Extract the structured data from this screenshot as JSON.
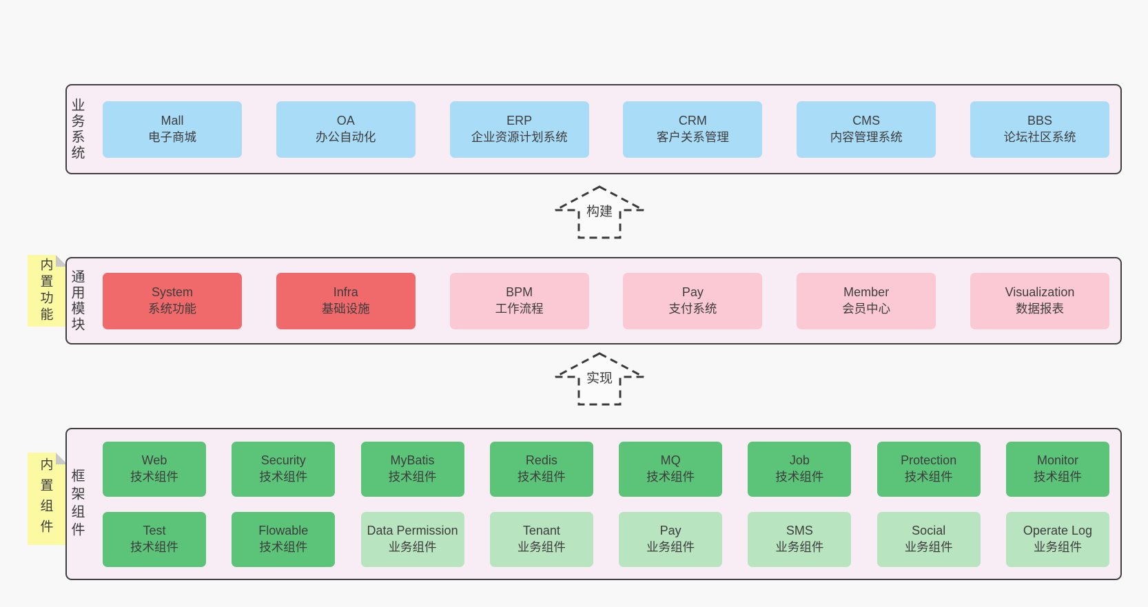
{
  "colors": {
    "page_bg": "#f8f8f8",
    "panel_bg": "#f8edf5",
    "panel_border": "#3e3e3e",
    "blue": "#a9dcf7",
    "red": "#f0696b",
    "pink": "#fbc9d3",
    "green_dark": "#5cc479",
    "green_light": "#b8e4c0",
    "note_yellow": "#fbf9a1",
    "note_fold_gray": "#c8c8c8",
    "text": "#3d3d3d"
  },
  "arrows": {
    "build": "构建",
    "implement": "实现"
  },
  "sections": {
    "business": {
      "label": "业务系统",
      "boxes": [
        {
          "title": "Mall",
          "subtitle": "电子商城",
          "variant": "blue"
        },
        {
          "title": "OA",
          "subtitle": "办公自动化",
          "variant": "blue"
        },
        {
          "title": "ERP",
          "subtitle": "企业资源计划系统",
          "variant": "blue"
        },
        {
          "title": "CRM",
          "subtitle": "客户关系管理",
          "variant": "blue"
        },
        {
          "title": "CMS",
          "subtitle": "内容管理系统",
          "variant": "blue"
        },
        {
          "title": "BBS",
          "subtitle": "论坛社区系统",
          "variant": "blue"
        }
      ]
    },
    "modules": {
      "label": "通用模块",
      "tag": "内置功能",
      "boxes": [
        {
          "title": "System",
          "subtitle": "系统功能",
          "variant": "red"
        },
        {
          "title": "Infra",
          "subtitle": "基础设施",
          "variant": "red"
        },
        {
          "title": "BPM",
          "subtitle": "工作流程",
          "variant": "pink"
        },
        {
          "title": "Pay",
          "subtitle": "支付系统",
          "variant": "pink"
        },
        {
          "title": "Member",
          "subtitle": "会员中心",
          "variant": "pink"
        },
        {
          "title": "Visualization",
          "subtitle": "数据报表",
          "variant": "pink"
        }
      ]
    },
    "framework": {
      "label": "框架组件",
      "tag": "内置组件",
      "row1": [
        {
          "title": "Web",
          "subtitle": "技术组件",
          "variant": "green-dark"
        },
        {
          "title": "Security",
          "subtitle": "技术组件",
          "variant": "green-dark"
        },
        {
          "title": "MyBatis",
          "subtitle": "技术组件",
          "variant": "green-dark"
        },
        {
          "title": "Redis",
          "subtitle": "技术组件",
          "variant": "green-dark"
        },
        {
          "title": "MQ",
          "subtitle": "技术组件",
          "variant": "green-dark"
        },
        {
          "title": "Job",
          "subtitle": "技术组件",
          "variant": "green-dark"
        },
        {
          "title": "Protection",
          "subtitle": "技术组件",
          "variant": "green-dark"
        },
        {
          "title": "Monitor",
          "subtitle": "技术组件",
          "variant": "green-dark"
        }
      ],
      "row2": [
        {
          "title": "Test",
          "subtitle": "技术组件",
          "variant": "green-dark"
        },
        {
          "title": "Flowable",
          "subtitle": "技术组件",
          "variant": "green-dark"
        },
        {
          "title": "Data Permission",
          "subtitle": "业务组件",
          "variant": "green-light"
        },
        {
          "title": "Tenant",
          "subtitle": "业务组件",
          "variant": "green-light"
        },
        {
          "title": "Pay",
          "subtitle": "业务组件",
          "variant": "green-light"
        },
        {
          "title": "SMS",
          "subtitle": "业务组件",
          "variant": "green-light"
        },
        {
          "title": "Social",
          "subtitle": "业务组件",
          "variant": "green-light"
        },
        {
          "title": "Operate Log",
          "subtitle": "业务组件",
          "variant": "green-light"
        }
      ]
    }
  }
}
